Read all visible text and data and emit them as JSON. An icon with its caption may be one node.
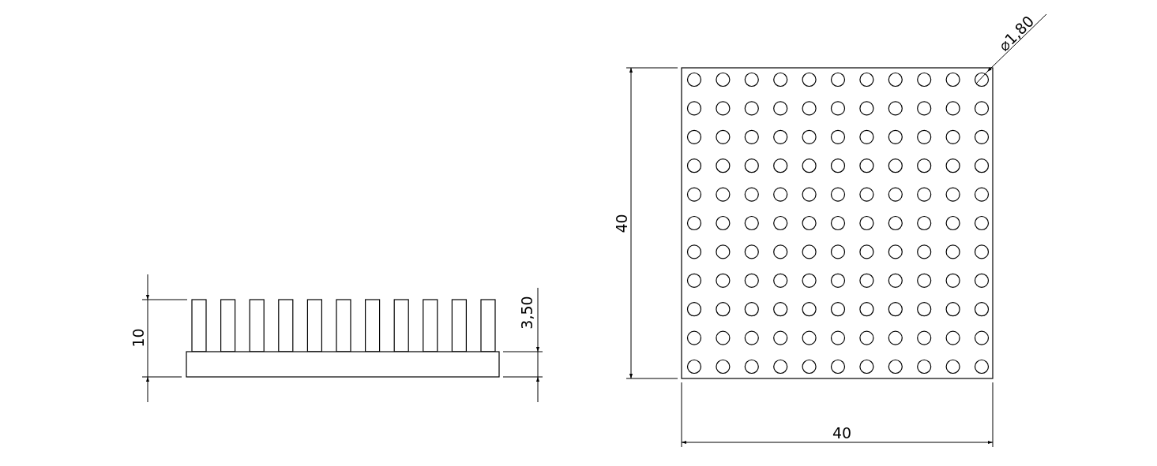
{
  "diagram": {
    "labels": [
      "⌀1,80",
      "40",
      "3,50",
      "10",
      "40"
    ]
  }
}
